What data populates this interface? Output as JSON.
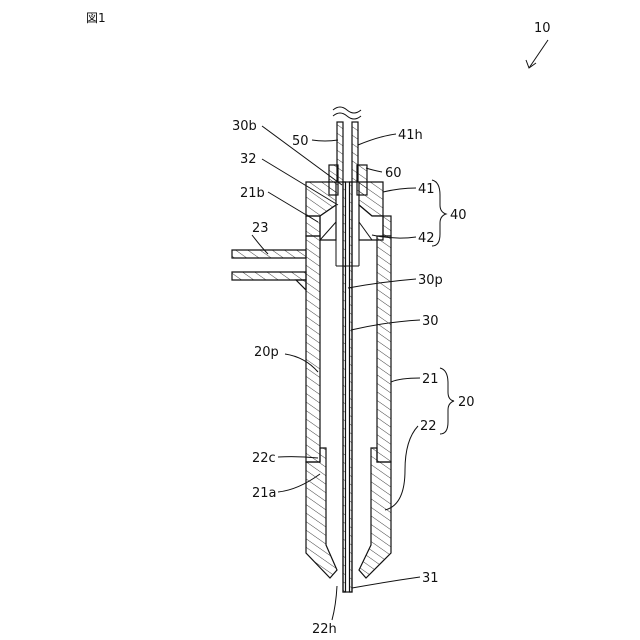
{
  "figure_title": "図1",
  "labels": {
    "l10": "10",
    "l30b": "30b",
    "l50": "50",
    "l41h": "41h",
    "l32": "32",
    "l60": "60",
    "l21b": "21b",
    "l41": "41",
    "l40": "40",
    "l23": "23",
    "l42": "42",
    "l30p": "30p",
    "l30": "30",
    "l20p": "20p",
    "l21": "21",
    "l20": "20",
    "l22": "22",
    "l22c": "22c",
    "l21a": "21a",
    "l31": "31",
    "l22h": "22h"
  }
}
